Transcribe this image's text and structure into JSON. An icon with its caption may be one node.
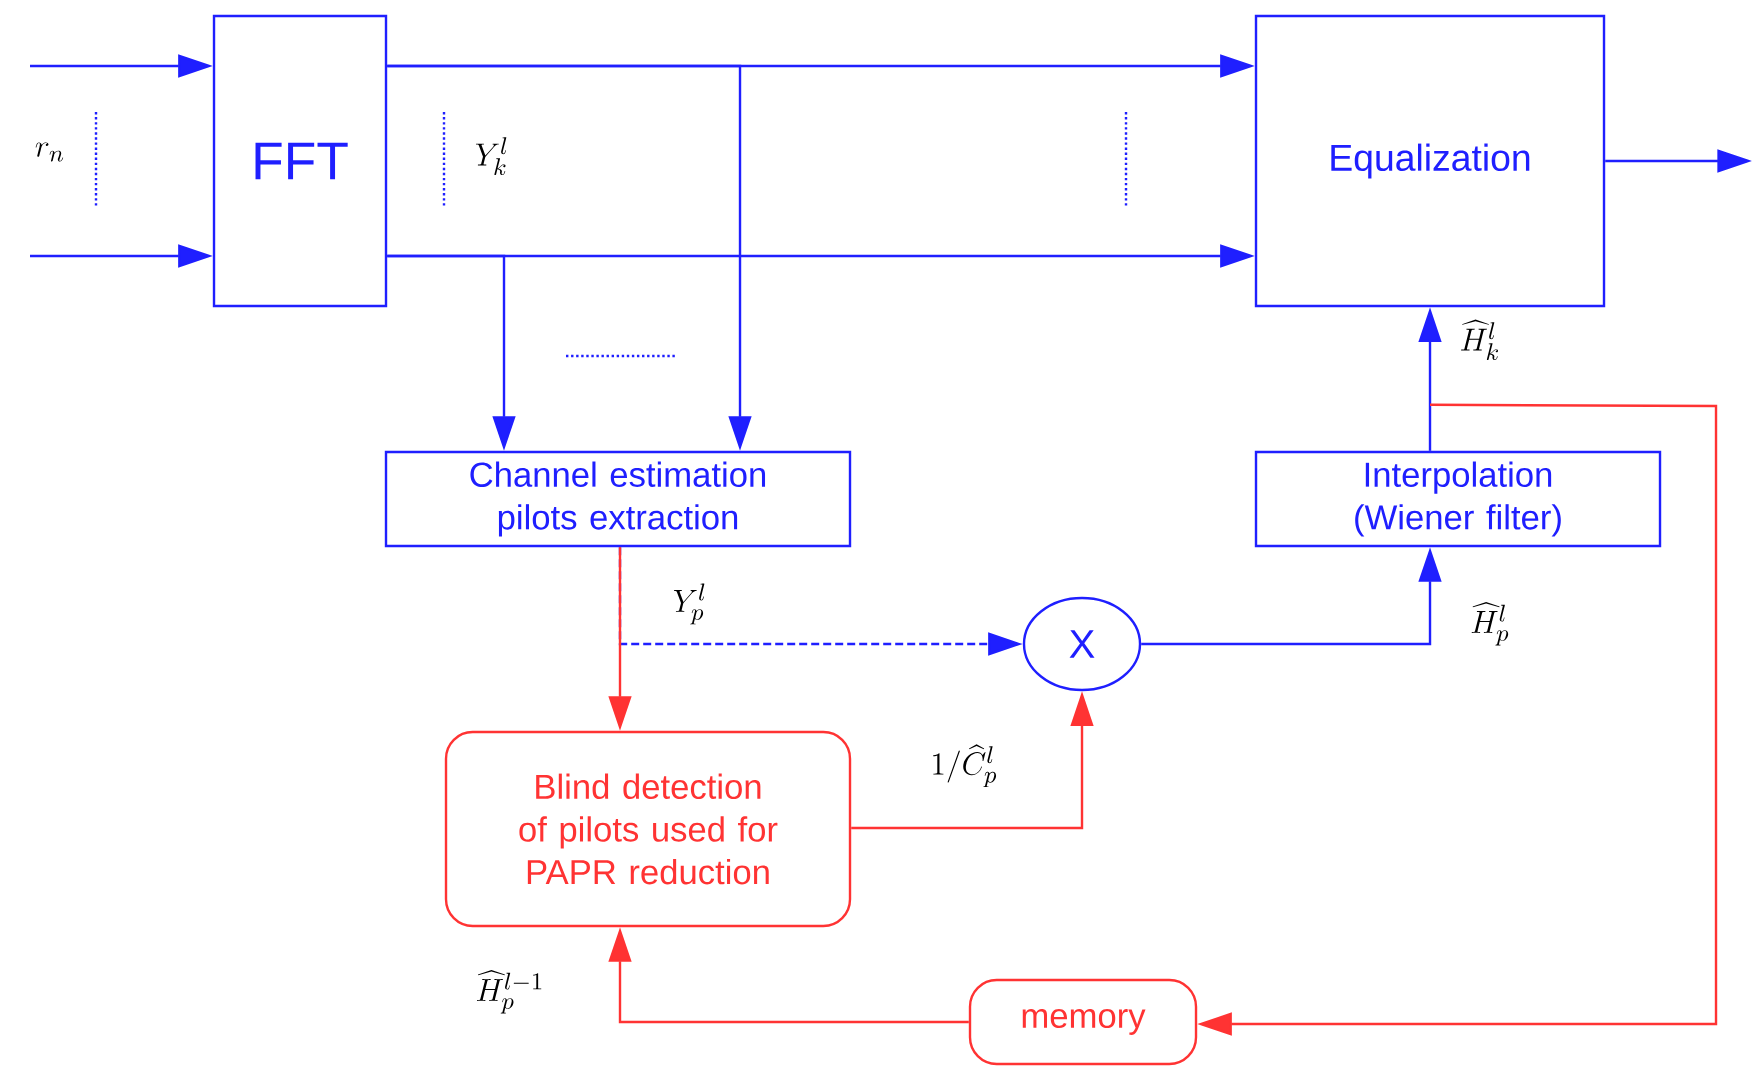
{
  "diagram": {
    "nodes": [
      {
        "text": [
          "FFT"
        ]
      },
      {
        "text": [
          "Equalization"
        ]
      },
      {
        "text": [
          "Channel estimation pilots extraction"
        ]
      },
      {
        "text": [
          "Interpolation (Wiener filter)"
        ]
      },
      {
        "text": [
          "X"
        ]
      },
      {
        "text": [
          "Blind detection of pilots used for PAPR reduction"
        ]
      },
      {
        "text": [
          "memory"
        ]
      }
    ],
    "edges": [
      {
        "from": null,
        "to": 0,
        "arrow": "to"
      },
      {
        "from": null,
        "to": 0,
        "arrow": "to"
      },
      {
        "from": 0,
        "to": 1,
        "arrow": "to"
      },
      {
        "from": 0,
        "to": 1,
        "arrow": "to"
      },
      {
        "from": 0,
        "to": 2,
        "arrow": "to"
      },
      {
        "from": 0,
        "to": 2,
        "arrow": "to"
      },
      {
        "from": 1,
        "to": null,
        "arrow": "to"
      },
      {
        "from": 3,
        "to": 1,
        "arrow": "to",
        "label": "\\widehat{H}_k^l"
      },
      {
        "from": 2,
        "to": 4,
        "arrow": "to",
        "style": "dashed",
        "label": "Y_p^l"
      },
      {
        "from": 2,
        "to": 5,
        "arrow": "to",
        "color": "#ff3333"
      },
      {
        "from": 5,
        "to": 4,
        "arrow": "to",
        "color": "#ff3333",
        "label": "1/\\widehat{C}_p^l"
      },
      {
        "from": 4,
        "to": 3,
        "arrow": "to",
        "label": "\\widehat{H}_p^l"
      },
      {
        "from": 3,
        "to": 6,
        "arrow": "to",
        "color": "#ff3333"
      },
      {
        "from": 6,
        "to": 5,
        "arrow": "to",
        "color": "#ff3333",
        "label": "\\widehat{H}_p^{l-1}"
      }
    ],
    "labels": [
      "r_n",
      "Y_k^l"
    ]
  }
}
